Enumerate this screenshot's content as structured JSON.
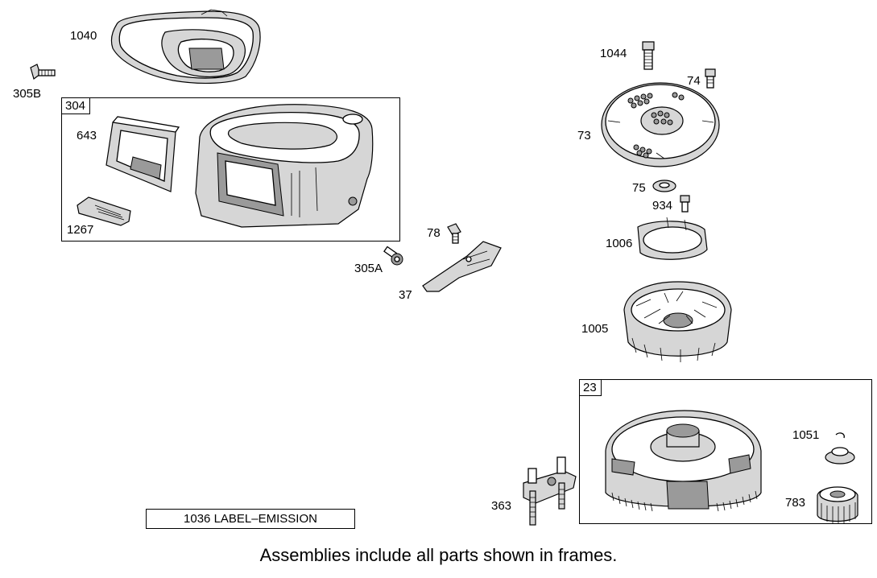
{
  "callouts": {
    "p1040": "1040",
    "p305b": "305B",
    "p643": "643",
    "p1267": "1267",
    "p78": "78",
    "p305a": "305A",
    "p37": "37",
    "p1044": "1044",
    "p74": "74",
    "p73": "73",
    "p75": "75",
    "p934": "934",
    "p1006": "1006",
    "p1005": "1005",
    "p1051": "1051",
    "p363": "363",
    "p783": "783"
  },
  "frames": {
    "f304": "304",
    "f23": "23"
  },
  "emission_label": "1036 LABEL–EMISSION",
  "footer_note": "Assemblies include all parts shown in frames."
}
